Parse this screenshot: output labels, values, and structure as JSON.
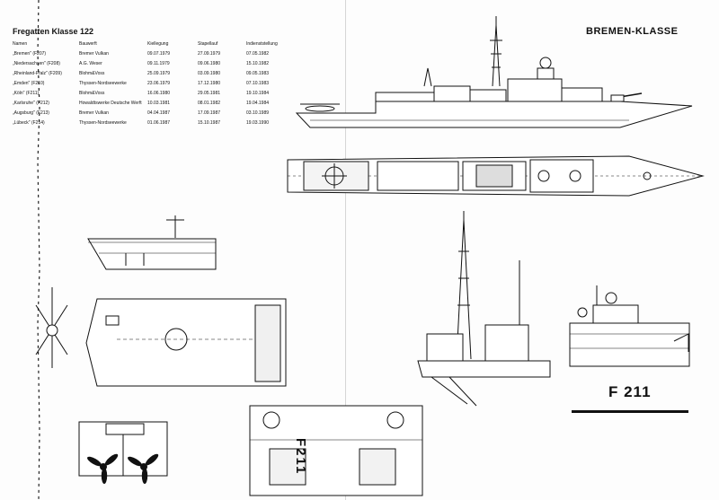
{
  "sheet": {
    "title": "Fregatten Klasse 122",
    "class_name": "BREMEN-KLASSE",
    "hull_number": "F 211",
    "deck_hull_marking": "F211"
  },
  "table": {
    "headers": [
      "Namen",
      "Bauwerft",
      "Kiellegung",
      "Stapellauf",
      "Indienststellung"
    ],
    "rows": [
      [
        "„Bremen\" (F207)",
        "Bremer Vulkan",
        "09.07.1979",
        "27.09.1979",
        "07.05.1982"
      ],
      [
        "„Niedersachsen\" (F208)",
        "A.G. Weser",
        "09.11.1979",
        "09.06.1980",
        "15.10.1982"
      ],
      [
        "„Rheinland-Pfalz\" (F209)",
        "Blohm&Voss",
        "25.09.1979",
        "03.09.1980",
        "09.05.1983"
      ],
      [
        "„Emden\" (F210)",
        "Thyssen-Nordseewerke",
        "23.06.1979",
        "17.12.1980",
        "07.10.1983"
      ],
      [
        "„Köln\" (F211)",
        "Blohm&Voss",
        "16.06.1980",
        "29.05.1981",
        "19.10.1984"
      ],
      [
        "„Karlsruhe\" (F212)",
        "Howaldtswerke Deutsche Werft",
        "10.03.1981",
        "08.01.1982",
        "19.04.1984"
      ],
      [
        "„Augsburg\" (F213)",
        "Bremer Vulkan",
        "04.04.1987",
        "17.09.1987",
        "03.10.1989"
      ],
      [
        "„Lübeck\" (F214)",
        "Thyssen-Nordseewerke",
        "01.06.1987",
        "15.10.1987",
        "19.03.1990"
      ]
    ]
  },
  "drawings": {
    "side_profile": "ship-profile",
    "plan_view": "ship-plan",
    "details": [
      "stern-detail",
      "helideck-plan",
      "mast-detail",
      "bow-detail",
      "propellers-detail",
      "deck-marking-detail"
    ]
  }
}
